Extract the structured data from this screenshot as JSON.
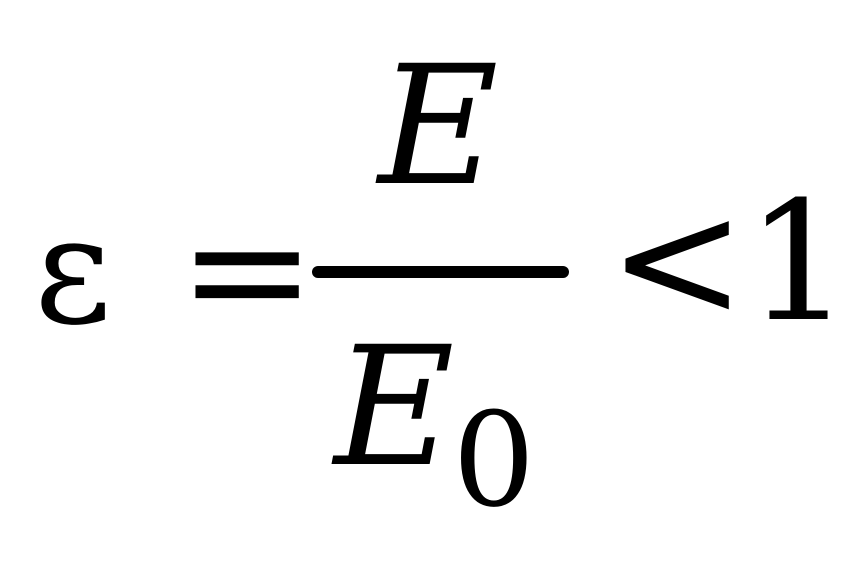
{
  "formula": {
    "lhs_symbol": "ε",
    "equals_sign": "=",
    "numerator": "E",
    "denominator_base": "E",
    "denominator_subscript": "0",
    "relation": "<",
    "rhs_value": "1"
  }
}
